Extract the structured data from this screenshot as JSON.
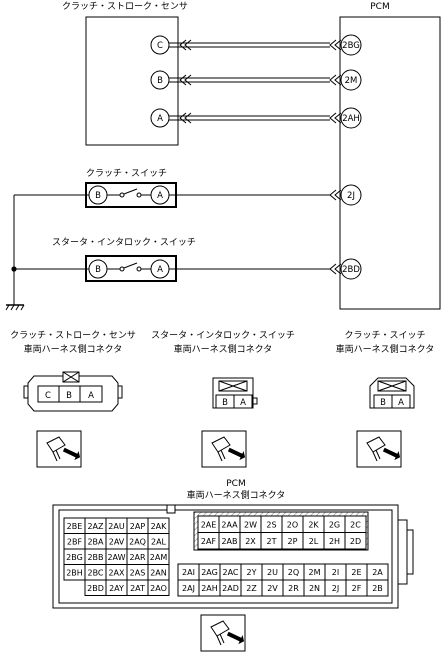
{
  "top": {
    "sensor_title": "クラッチ・ストローク・センサ",
    "pcm_title": "PCM",
    "sensor_pins": [
      "C",
      "B",
      "A"
    ],
    "pcm_pins_sensor": [
      "2BG",
      "2M",
      "2AH"
    ],
    "clutch_switch_title": "クラッチ・スイッチ",
    "clutch_switch_pins": [
      "B",
      "A"
    ],
    "clutch_pcm_pin": "2J",
    "interlock_title": "スタータ・インタロック・スイッチ",
    "interlock_pins": [
      "B",
      "A"
    ],
    "interlock_pcm_pin": "2BD"
  },
  "connectors": {
    "sensor_label_1": "クラッチ・ストローク・センサ",
    "sensor_label_2": "車両ハーネス側コネクタ",
    "sensor_pins": [
      "C",
      "B",
      "A"
    ],
    "interlock_label_1": "スタータ・インタロック・スイッチ",
    "interlock_label_2": "車両ハーネス側コネクタ",
    "interlock_pins": [
      "B",
      "A"
    ],
    "clutch_label_1": "クラッチ・スイッチ",
    "clutch_label_2": "車両ハーネス側コネクタ",
    "clutch_pins": [
      "B",
      "A"
    ]
  },
  "pcm_connector": {
    "label_1": "PCM",
    "label_2": "車両ハーネス側コネクタ",
    "left_rows": [
      [
        "2BE",
        "2AZ",
        "2AU",
        "2AP",
        "2AK"
      ],
      [
        "2BF",
        "2BA",
        "2AV",
        "2AQ",
        "2AL"
      ],
      [
        "2BG",
        "2BB",
        "2AW",
        "2AR",
        "2AM"
      ],
      [
        "2BH",
        "2BC",
        "2AX",
        "2AS",
        "2AN"
      ],
      [
        "",
        "2BD",
        "2AY",
        "2AT",
        "2AO"
      ]
    ],
    "upper_right_rows": [
      [
        "2AE",
        "2AA",
        "2W",
        "2S",
        "2O",
        "2K",
        "2G",
        "2C"
      ],
      [
        "2AF",
        "2AB",
        "2X",
        "2T",
        "2P",
        "2L",
        "2H",
        "2D"
      ]
    ],
    "lower_right_rows": [
      [
        "2AI",
        "2AG",
        "2AC",
        "2Y",
        "2U",
        "2Q",
        "2M",
        "2I",
        "2E",
        "2A"
      ],
      [
        "2AJ",
        "2AH",
        "2AD",
        "2Z",
        "2V",
        "2R",
        "2N",
        "2J",
        "2F",
        "2B"
      ]
    ]
  }
}
